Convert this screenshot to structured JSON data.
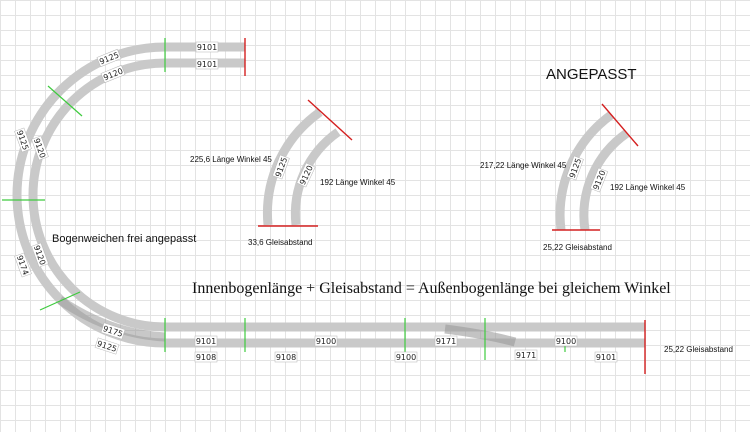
{
  "title_adjusted": "ANGEPASST",
  "note_switches": "Bogenweichen frei angepasst",
  "formula": "Innenbogenlänge + Gleisabstand = Außenbogenlänge bei gleichem Winkel",
  "labels": {
    "t9101_top_outer": "9101",
    "t9101_top_inner": "9101",
    "t9125_outer_1": "9125",
    "t9120_inner_1": "9120",
    "t9125_outer_2": "9125",
    "t9120_inner_2": "9120",
    "t9174": "9174",
    "t9120_inner_3": "9120",
    "t9175": "9175",
    "t9125_outer_3": "9125",
    "t9101_bottom_1": "9101",
    "t9108_bottom_1": "9108",
    "t9108_bottom_2": "9108",
    "t9100_upper": "9100",
    "t9100_lower": "9100",
    "t9171_upper": "9171",
    "t9171_lower": "9171",
    "t9100_right": "9100",
    "t9101_right": "9101",
    "mid_9125": "9125",
    "mid_9120": "9120",
    "right_9125": "9125",
    "right_9120": "9120"
  },
  "annotations": {
    "mid_outer_length": "225,6 Länge Winkel 45",
    "mid_inner_length": "192 Länge Winkel 45",
    "mid_spacing": "33,6 Gleisabstand",
    "right_outer_length": "217,22 Länge Winkel 45",
    "right_inner_length": "192 Länge Winkel 45",
    "right_spacing": "25,22 Gleisabstand",
    "bottom_spacing": "25,22 Gleisabstand"
  },
  "colors": {
    "rail": "#c9c9c9",
    "joint_green": "#3ecb3e",
    "joint_red": "#d42020",
    "grid": "#e3e3e3"
  }
}
